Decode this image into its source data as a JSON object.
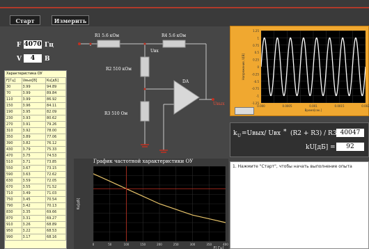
{
  "toolbar": {
    "start_label": "Старт",
    "measure_label": "Измерить"
  },
  "params": {
    "f_label": "F",
    "f_value": "4070",
    "f_unit": "Гц",
    "v_label": "V",
    "v_value": "4",
    "v_unit": "В"
  },
  "circuit": {
    "r1": "R1 5.6 кОм",
    "r4": "R4 5.6 кОм",
    "r2": "R2 510 кОм",
    "r3": "R3 510 Ом",
    "uin": "Uвх",
    "da": "DA",
    "uout": "Uвых"
  },
  "table": {
    "title": "Характеристика ОУ",
    "headers": [
      "F[Гц]",
      "Uвых[В]",
      "Ku[дБ]"
    ],
    "rows": [
      [
        "30",
        "3.99",
        "94.89"
      ],
      [
        "70",
        "3.99",
        "89.84"
      ],
      [
        "110",
        "3.99",
        "86.92"
      ],
      [
        "150",
        "3.96",
        "84.11"
      ],
      [
        "190",
        "3.95",
        "82.09"
      ],
      [
        "230",
        "3.93",
        "80.62"
      ],
      [
        "270",
        "3.91",
        "79.26"
      ],
      [
        "310",
        "3.92",
        "78.00"
      ],
      [
        "350",
        "3.89",
        "77.06"
      ],
      [
        "390",
        "3.82",
        "76.12"
      ],
      [
        "430",
        "3.79",
        "75.33"
      ],
      [
        "470",
        "3.75",
        "74.53"
      ],
      [
        "510",
        "3.71",
        "73.85"
      ],
      [
        "550",
        "3.67",
        "73.15"
      ],
      [
        "590",
        "3.63",
        "72.62"
      ],
      [
        "630",
        "3.59",
        "72.05"
      ],
      [
        "670",
        "3.55",
        "71.52"
      ],
      [
        "710",
        "3.49",
        "71.03"
      ],
      [
        "750",
        "3.45",
        "70.54"
      ],
      [
        "790",
        "3.42",
        "70.13"
      ],
      [
        "830",
        "3.35",
        "69.66"
      ],
      [
        "870",
        "3.31",
        "69.27"
      ],
      [
        "910",
        "3.26",
        "68.89"
      ],
      [
        "950",
        "3.22",
        "68.53"
      ],
      [
        "990",
        "3.17",
        "68.16"
      ]
    ]
  },
  "formula": {
    "ku_label": "k",
    "ku_sub": "U",
    "ratio_text": "=Uвых/ Uвх",
    "star": "*",
    "paren_text": "(R2 + R3) / R3) =",
    "ku_value": "40047",
    "kdb_label": "kU[дБ] =",
    "kdb_value": "92"
  },
  "message": {
    "text": "1. Нажмите \"Старт\", чтобы начать выполнение опыта"
  },
  "chart_data": [
    {
      "type": "line",
      "title": "",
      "xlabel": "Время[сек.]",
      "ylabel": "Напряжение, U[В]",
      "x_range": [
        0,
        0.002
      ],
      "ylim": [
        -1.25,
        1.25
      ],
      "yticks": [
        "1.25",
        "1",
        "0.75",
        "0.5",
        "0.25",
        "0",
        "-0.25",
        "-0.5",
        "-0.75",
        "-1",
        "-1.25"
      ],
      "xticks": [
        "0.000",
        "0.0005",
        "0.001",
        "0.0015",
        "0.002"
      ],
      "series": [
        {
          "amplitude": 1.0,
          "cycles": 8
        }
      ],
      "grid": true
    },
    {
      "type": "line",
      "title": "График частотной характеристики ОУ",
      "xlabel": "F[ Гц]",
      "ylabel": "Ku[дБ]",
      "x": [
        0,
        50,
        100,
        150,
        200,
        250,
        300,
        350,
        400
      ],
      "y": [
        96,
        92,
        88,
        84,
        80,
        77,
        74,
        72,
        70
      ],
      "xlim": [
        0,
        400
      ],
      "xticks": [
        "0",
        "50",
        "100",
        "150",
        "200",
        "250",
        "300",
        "350",
        "400"
      ],
      "ylim": [
        60,
        100
      ],
      "cursor": {
        "x": 100,
        "y": 88
      },
      "grid": true
    }
  ]
}
